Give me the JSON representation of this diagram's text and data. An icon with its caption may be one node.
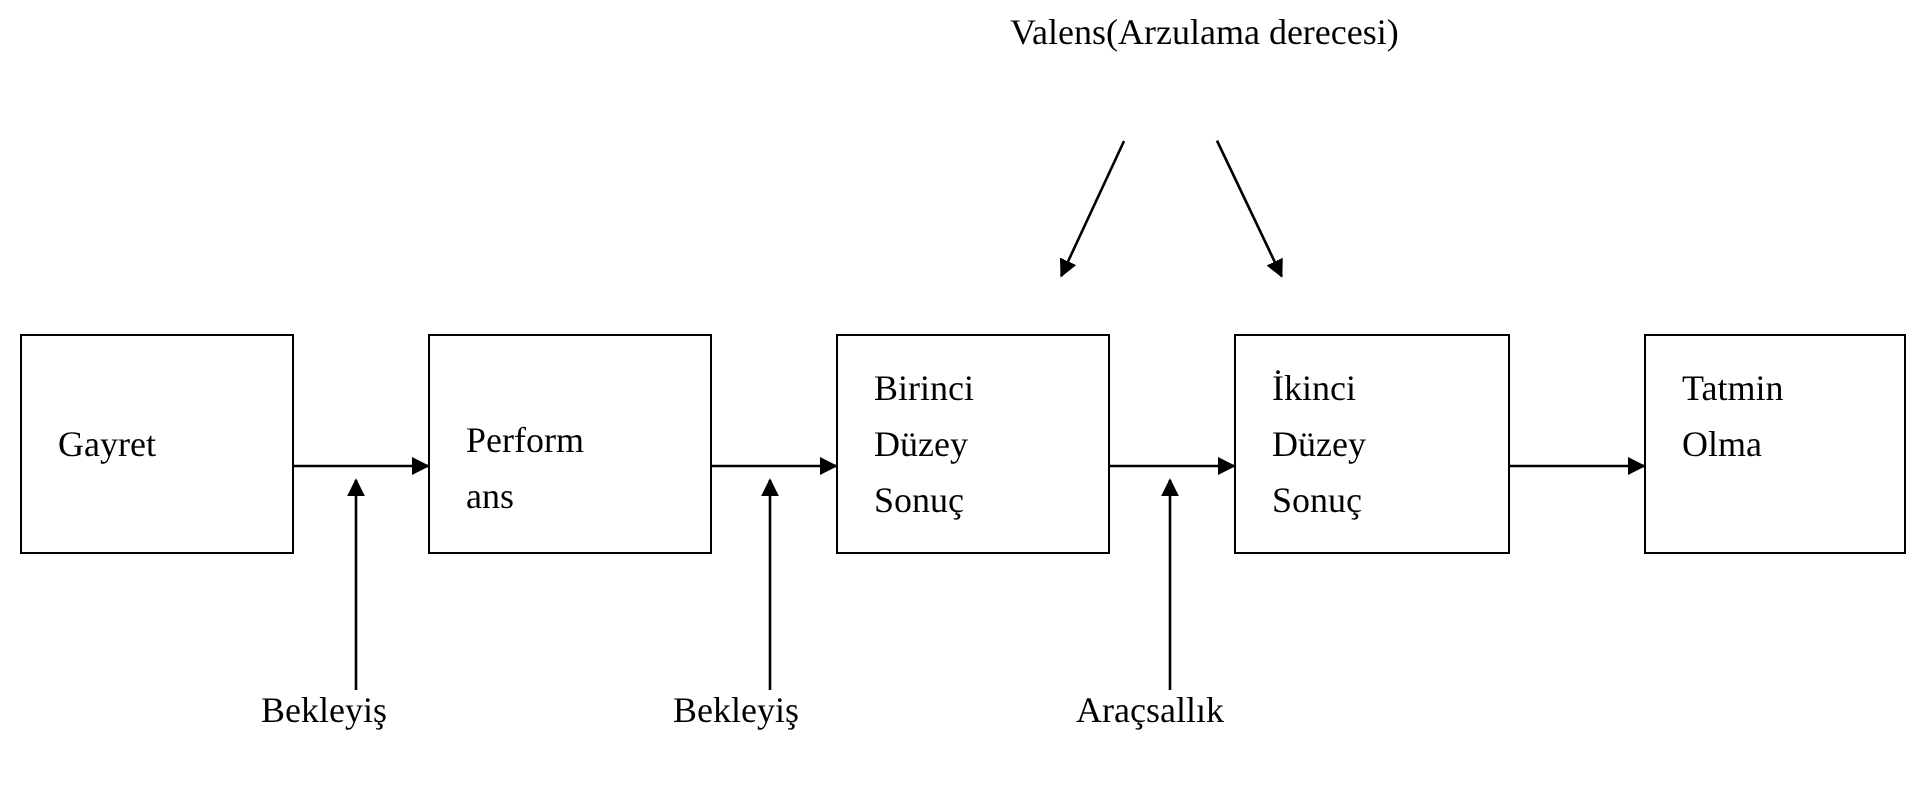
{
  "diagram": {
    "nodes": [
      {
        "text": [
          "Valens(Arzulama derecesi)"
        ]
      },
      {
        "text": [
          "Gayret"
        ]
      },
      {
        "text": [
          "Perform ans"
        ]
      },
      {
        "text": [
          "Birinci Düzey Sonuç"
        ]
      },
      {
        "text": [
          "İkinci Düzey Sonuç"
        ]
      },
      {
        "text": [
          "Tatmin Olma"
        ]
      },
      {
        "text": [
          "Bekleyiş"
        ]
      },
      {
        "text": [
          "Bekleyiş"
        ]
      },
      {
        "text": [
          "Araçsallık"
        ]
      }
    ],
    "edges": [
      {
        "from": 0,
        "to": 3,
        "arrow": "to"
      },
      {
        "from": 0,
        "to": 4,
        "arrow": "to"
      },
      {
        "from": 1,
        "to": 2,
        "arrow": "to"
      },
      {
        "from": 2,
        "to": 3,
        "arrow": "to"
      },
      {
        "from": 3,
        "to": 4,
        "arrow": "to"
      },
      {
        "from": 4,
        "to": 5,
        "arrow": "to"
      },
      {
        "from": 6,
        "to": null,
        "arrow": "to"
      },
      {
        "from": 7,
        "to": null,
        "arrow": "to"
      },
      {
        "from": 8,
        "to": null,
        "arrow": "to"
      }
    ]
  }
}
